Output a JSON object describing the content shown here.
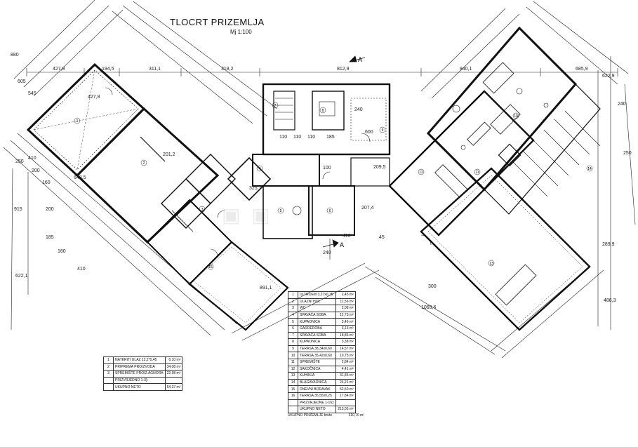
{
  "header": {
    "title": "TLOCRT PRIZEMLJA",
    "scale": "Mj 1:100"
  },
  "section_marker": "A",
  "dimensions": {
    "top": [
      "427,8",
      "194,5",
      "311,1",
      "318,2",
      "812,9",
      "840,1",
      "685,9"
    ],
    "left_top": [
      "880",
      "605",
      "545",
      "427,8"
    ],
    "left_mid": [
      "250",
      "410",
      "200",
      "160",
      "915",
      "200",
      "643,5"
    ],
    "left_bottom": [
      "622,1",
      "185",
      "160",
      "410"
    ],
    "right": [
      "622,9",
      "289,9",
      "486,3",
      "240",
      "250"
    ],
    "bottom": [
      "891,1",
      "1069,6",
      "300",
      "240",
      "410",
      "207,4",
      "209,5"
    ],
    "inner": [
      "110",
      "110",
      "110",
      "185",
      "100",
      "240",
      "201,2",
      "325,7",
      "600",
      "45"
    ]
  },
  "rooms": [
    "1",
    "2",
    "3",
    "4",
    "5",
    "6",
    "7",
    "8",
    "9",
    "10",
    "11",
    "12",
    "13",
    "14",
    "15"
  ],
  "legend_left": {
    "rows": [
      {
        "num": "1",
        "name": "NATKRITI ULAZ 12,2*0,45",
        "area": "6,10 m²"
      },
      {
        "num": "2",
        "name": "PRIPREMA PROIZVODA",
        "area": "34,08 m²"
      },
      {
        "num": "3",
        "name": "SPREMIŠTE PROIZ.AGNORA",
        "area": "22,98 m²"
      },
      {
        "num": "",
        "name": "PRIZVRJEDNO 1-3):",
        "area": ""
      },
      {
        "num": "",
        "name": "UKUPNO NETO",
        "area": "64,37 m²"
      }
    ]
  },
  "legend_right": {
    "rows": [
      {
        "num": "1",
        "name": "ULTRIJEM 3,27x0,75",
        "area": "2,45 m²"
      },
      {
        "num": "2",
        "name": "ULAZNI HOL",
        "area": "11,56 m²"
      },
      {
        "num": "3",
        "name": "WC",
        "area": "2,08 m²"
      },
      {
        "num": "4",
        "name": "SPAVAĆA SOBA",
        "area": "12,73 m²"
      },
      {
        "num": "5",
        "name": "KUPAONICA",
        "area": "3,46 m²"
      },
      {
        "num": "6",
        "name": "GARDEROBA",
        "area": "3,13 m²"
      },
      {
        "num": "7",
        "name": "SPAVAĆA SOBA",
        "area": "18,86 m²"
      },
      {
        "num": "8",
        "name": "KUPAONICA",
        "area": "3,38 m²"
      },
      {
        "num": "9",
        "name": "TERASA 38,34x0,60",
        "area": "14,57 m²"
      },
      {
        "num": "10",
        "name": "TERASA 35,42x0,60",
        "area": "10,75 m²"
      },
      {
        "num": "11",
        "name": "SPREMIŠTE",
        "area": "2,84 m²"
      },
      {
        "num": "12",
        "name": "SAKOČNICA",
        "area": "4,41 m²"
      },
      {
        "num": "13",
        "name": "KUHINJA",
        "area": "31,85 m²"
      },
      {
        "num": "14",
        "name": "BLAGAVAONICA",
        "area": "24,21 m²"
      },
      {
        "num": "15",
        "name": "DNEVNI BORAVAK",
        "area": "62,50 m²"
      },
      {
        "num": "16",
        "name": "TERASA 35,55x0,25",
        "area": "17,84 m²"
      },
      {
        "num": "",
        "name": "PRIZVRJEDNE 1-16):",
        "area": ""
      },
      {
        "num": "",
        "name": "UKUPNO NETO",
        "area": "213,05 m²"
      }
    ]
  },
  "total": {
    "label": "UKUPNO PRIZEMLJE bruto",
    "value": "310,70 m²"
  }
}
